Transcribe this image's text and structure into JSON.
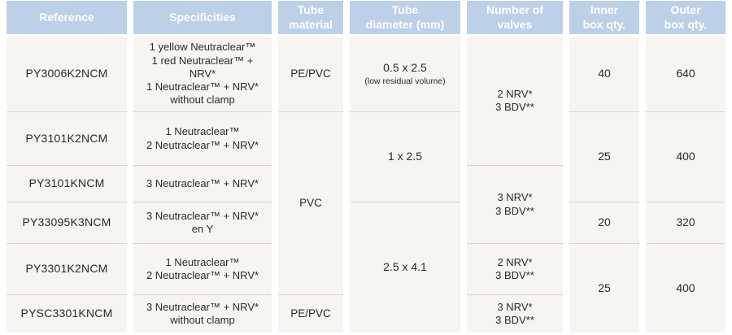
{
  "colors": {
    "header_bg": "#bcd0e8",
    "header_text": "#ffffff",
    "row_bg": "#f6f5f2",
    "divider": "#d8d5d1",
    "body_text": "#2a2a2a"
  },
  "table": {
    "columns": [
      "Reference",
      "Specificities",
      "Tube\nmaterial",
      "Tube\ndiameter (mm)",
      "Number of\nvalves",
      "Inner\nbox qty.",
      "Outer\nbox qty."
    ],
    "rows": [
      {
        "reference": "PY3006K2NCM",
        "specificities": "1 yellow Neutraclear™\n1 red Neutraclear™ + NRV*\n1 Neutraclear™ + NRV* without clamp",
        "tube_material": "PE/PVC",
        "tube_diameter": "0.5 x 2.5",
        "tube_diameter_note": "(low residual volume)",
        "valves": "2 NRV*\n3 BDV**",
        "inner_box_qty": "40",
        "outer_box_qty": "640"
      },
      {
        "reference": "PY3101K2NCM",
        "specificities": "1 Neutraclear™\n2 Neutraclear™ + NRV*",
        "tube_material": "PVC",
        "tube_diameter": "1 x 2.5",
        "inner_box_qty": "25",
        "outer_box_qty": "400"
      },
      {
        "reference": "PY3101KNCM",
        "specificities": "3 Neutraclear™ + NRV*",
        "valves": "3 NRV*\n3 BDV**"
      },
      {
        "reference": "PY33095K3NCM",
        "specificities": "3 Neutraclear™ + NRV* en Y",
        "tube_diameter": "2.5 x 4.1",
        "inner_box_qty": "20",
        "outer_box_qty": "320"
      },
      {
        "reference": "PY3301K2NCM",
        "specificities": "1 Neutraclear™\n2 Neutraclear™ + NRV*",
        "valves": "2 NRV*\n3 BDV**",
        "inner_box_qty": "25",
        "outer_box_qty": "400"
      },
      {
        "reference": "PYSC3301KNCM",
        "specificities": "3 Neutraclear™ + NRV* without clamp",
        "tube_material": "PE/PVC",
        "valves": "3 NRV*\n3 BDV**"
      }
    ]
  }
}
